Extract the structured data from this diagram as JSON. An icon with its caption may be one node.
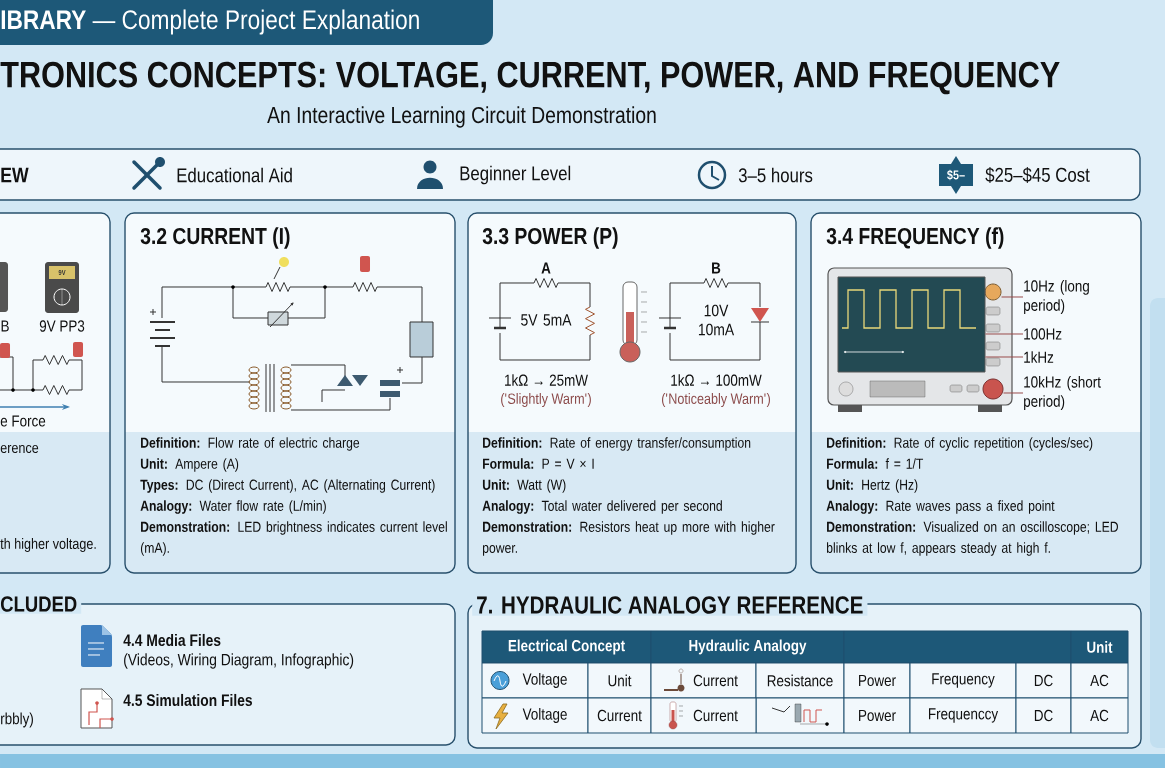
{
  "diagram": {
    "title": "TRONICS CONCEPTS: VOLTAGE, CURRENT, POWER, AND FREQUENCY",
    "nodes": [
      {
        "text": [
          "**IBRARY** — Complete Project Explanation"
        ]
      },
      {
        "text": [
          "EW",
          "Educational Aid",
          "Beginner Level",
          "3–5 hours",
          "$5–",
          "$25–$45 Cost"
        ]
      },
      {
        "text": [
          "9V",
          "B",
          "9V PP3",
          "e Force",
          "erence",
          "th higher voltage."
        ]
      },
      {
        "text": [
          "3.2 CURRENT (I)",
          "**Definition:** Flow rate of electric charge",
          "**Unit:** Ampere (A)",
          "**Types:** DC (Direct Current), AC (Alternating Current)",
          "**Analogy:** Water flow rate (L/min)",
          "**Demonstration:** LED brightness indicates current level (mA)."
        ]
      },
      {
        "text": [
          "3.3 POWER (P)",
          "A",
          "5V 5mA",
          "1kΩ → 25mW",
          "('Slightly Warm')",
          "B",
          "10V 10mA",
          "1kΩ → 100mW",
          "('Noticeably Warm')",
          "**Definition:** Rate of energy transfer/consumption",
          "**Formula:** P = V × I",
          "**Unit:** Watt (W)",
          "**Analogy:** Total water delivered per second",
          "**Demonstration:** Resistors heat up more with higher power."
        ]
      },
      {
        "text": [
          "3.4 FREQUENCY (f)",
          "**Definition:** Rate of cyclic repetition (cycles/sec)",
          "**Formula:** f = 1/T",
          "**Unit:** Hertz (Hz)",
          "**Analogy:** Rate waves pass a fixed point",
          "**Demonstration:** Visualized on an oscilloscope; LED blinks at low f, appears steady at high f."
        ]
      },
      {
        "text": [
          "10Hz (long period)"
        ],
        "in": 5
      },
      {
        "text": [
          "100Hz"
        ],
        "in": 5
      },
      {
        "text": [
          "1kHz"
        ],
        "in": 5
      },
      {
        "text": [
          "10kHz (short period)"
        ],
        "in": 5
      },
      {
        "text": [],
        "shape": "circle",
        "in": 5
      },
      {
        "text": [],
        "shape": "box",
        "in": 5
      },
      {
        "text": [],
        "shape": "circle",
        "in": 5
      },
      {
        "text": [
          "CLUDED",
          "rbbly)",
          "4.4 Media Files",
          "(Videos, Wiring Diagram, Infographic)",
          "4.5 Simulation Files"
        ]
      },
      {
        "text": [
          "7. HYDRAULIC ANALOGY REFERENCE"
        ]
      }
    ],
    "edges": [
      {
        "from": 6,
        "to": 10,
        "arrow": "none"
      },
      {
        "from": 7,
        "to": 11,
        "arrow": "none"
      },
      {
        "from": 8,
        "to": 11,
        "arrow": "none"
      },
      {
        "from": 9,
        "to": 12,
        "arrow": "none"
      }
    ],
    "labels": [
      "An Interactive Learning Circuit Demonstration",
      "Electrical Concept",
      "Hydraulic Analogy",
      "Unit",
      "Voltage",
      "Unit",
      "Current",
      "Resistance",
      "Power",
      "Frequency",
      "DC",
      "AC",
      "Voltage",
      "Current",
      "Current",
      "Power",
      "Frequenccy",
      "DC",
      "AC"
    ]
  }
}
